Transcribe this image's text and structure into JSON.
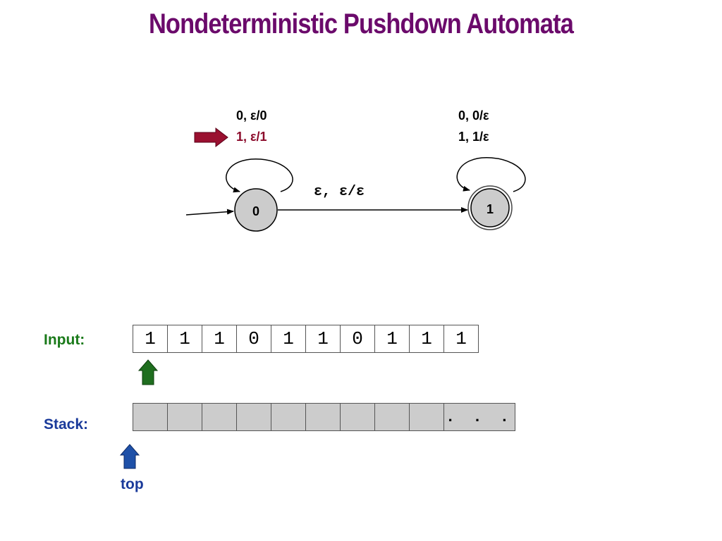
{
  "title": "Nondeterministic Pushdown Automata",
  "colors": {
    "title": "#6b0a6b",
    "highlight": "#8b0a2a",
    "input": "#1a7a1a",
    "stack": "#1a3a9a",
    "arrow_current": "#9a1030",
    "input_arrow": "#1f6e1f",
    "stack_arrow": "#1e50a8",
    "state_fill": "#cccccc"
  },
  "states": [
    {
      "label": "0",
      "start": true,
      "accept": false
    },
    {
      "label": "1",
      "start": false,
      "accept": true
    }
  ],
  "transitions": {
    "q0_loop": [
      "0, ε/0",
      "1, ε/1"
    ],
    "q0_q1": "ε, ε/ε",
    "q1_loop": [
      "0, 0/ε",
      "1, 1/ε"
    ]
  },
  "active_transition": "1, ε/1",
  "input": {
    "label": "Input:",
    "symbols": [
      "1",
      "1",
      "1",
      "0",
      "1",
      "1",
      "0",
      "1",
      "1",
      "1"
    ],
    "head_position": 0
  },
  "stack": {
    "label": "Stack:",
    "cells": [
      "",
      "",
      "",
      "",
      "",
      "",
      "",
      "",
      "",
      ". . ."
    ],
    "top_label": "top"
  }
}
